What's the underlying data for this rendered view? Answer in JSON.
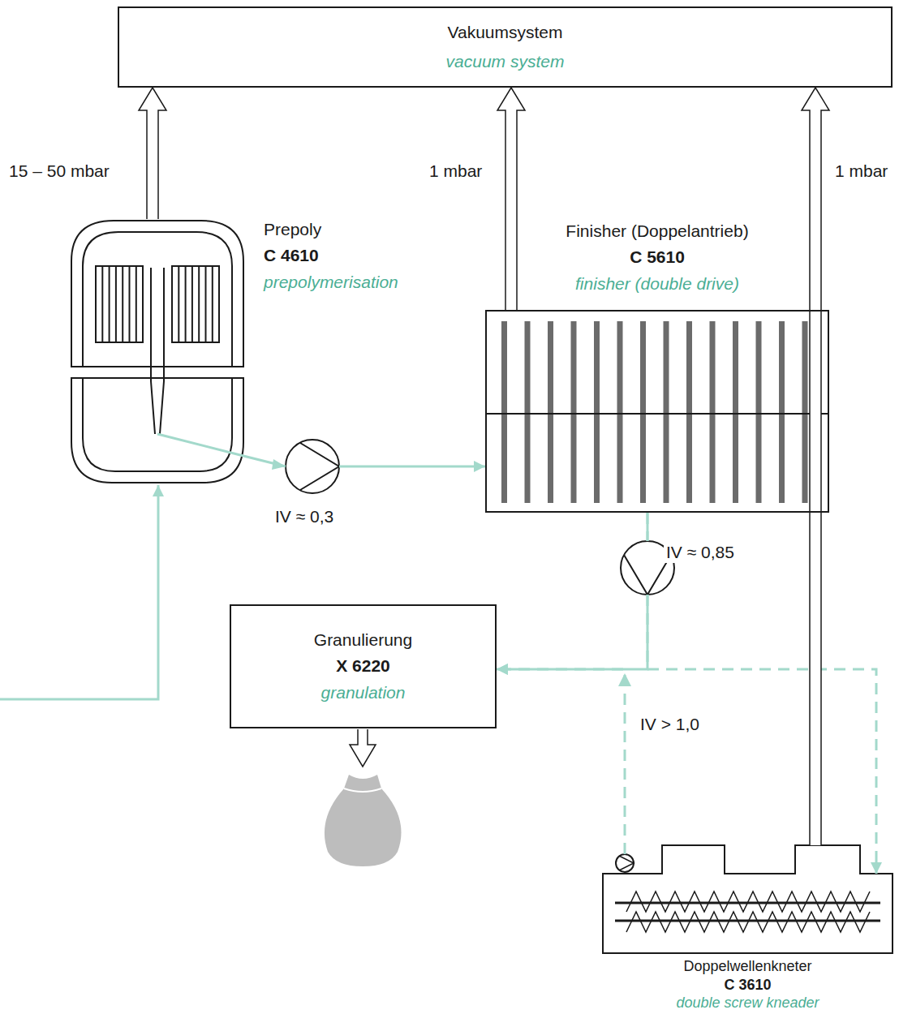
{
  "diagram": {
    "nodes": [
      {
        "text": [
          "Vakuumsystem",
          "vacuum system"
        ]
      },
      {
        "text": [
          "Prepoly",
          "C 4610",
          "prepolymerisation"
        ]
      },
      {
        "text": [
          "Finisher (Doppelantrieb)",
          "C 5610",
          "finisher (double drive)"
        ]
      },
      {
        "text": [
          "Granulierung",
          "X 6220",
          "granulation"
        ]
      },
      {
        "text": [
          "Doppelwellenkneter",
          "C 3610",
          "double screw kneader"
        ]
      }
    ],
    "edges": [
      {
        "from": 1,
        "to": 0,
        "label": "15 – 50 mbar",
        "arrow": "to"
      },
      {
        "from": 2,
        "to": 0,
        "label": "1 mbar",
        "arrow": "to"
      },
      {
        "from": 4,
        "to": 0,
        "label": "1 mbar",
        "arrow": "to"
      },
      {
        "from": 1,
        "to": 2,
        "label": "IV ≈ 0,3",
        "arrow": "to"
      },
      {
        "from": 2,
        "to": 4,
        "arrow": "to"
      },
      {
        "from": 2,
        "to": 3,
        "label": "IV ≈ 0,85",
        "arrow": "to"
      },
      {
        "from": 4,
        "to": 3,
        "label": "IV > 1,0",
        "arrow": "to"
      }
    ]
  }
}
